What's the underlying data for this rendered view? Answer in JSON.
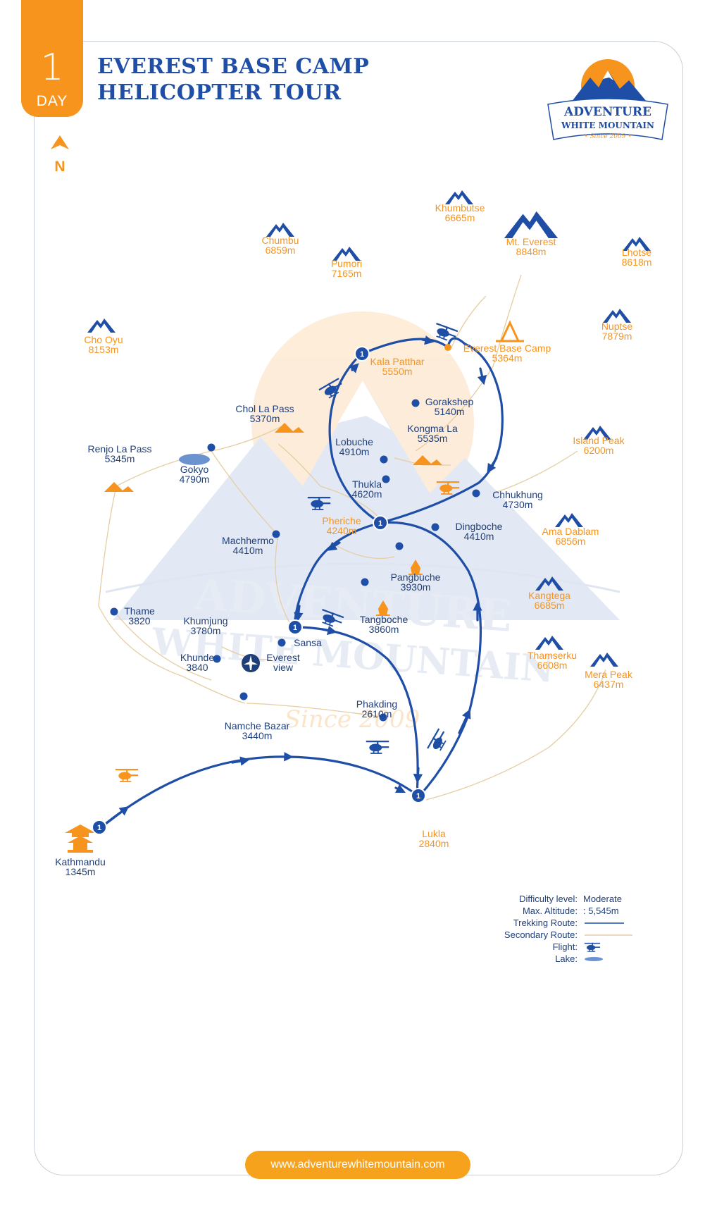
{
  "header": {
    "day_number": "1",
    "day_label": "DAY",
    "title_line1": "EVEREST BASE CAMP",
    "title_line2": "HELICOPTER TOUR",
    "north_label": "N"
  },
  "logo": {
    "line1": "ADVENTURE",
    "line2": "WHITE MOUNTAIN",
    "since": "• Since 2009 •"
  },
  "watermark": {
    "line1": "ADVENTURE",
    "line2": "WHITE MOUNTAIN",
    "since": "Since 2009"
  },
  "places": {
    "khumbutse": {
      "name": "Khumbutse",
      "alt": "6665m"
    },
    "chumbu": {
      "name": "Chumbu",
      "alt": "6859m"
    },
    "mt_everest": {
      "name": "Mt. Everest",
      "alt": "8848m"
    },
    "lhotse": {
      "name": "Lhotse",
      "alt": "8618m"
    },
    "pumori": {
      "name": "Pumori",
      "alt": "7165m"
    },
    "cho_oyu": {
      "name": "Cho Oyu",
      "alt": "8153m"
    },
    "nuptse": {
      "name": "Nuptse",
      "alt": "7879m"
    },
    "kala_patthar": {
      "name": "Kala Patthar",
      "alt": "5550m"
    },
    "everest_base_camp": {
      "name": "Everest Base Camp",
      "alt": "5364m"
    },
    "gorakshep": {
      "name": "Gorakshep",
      "alt": "5140m"
    },
    "chol_la_pass": {
      "name": "Chol La Pass",
      "alt": "5370m"
    },
    "kongma_la": {
      "name": "Kongma La",
      "alt": "5535m"
    },
    "lobuche": {
      "name": "Lobuche",
      "alt": "4910m"
    },
    "renjo_la_pass": {
      "name": "Renjo La Pass",
      "alt": "5345m"
    },
    "gokyo": {
      "name": "Gokyo",
      "alt": "4790m"
    },
    "island_peak": {
      "name": "Island Peak",
      "alt": "6200m"
    },
    "thukla": {
      "name": "Thukla",
      "alt": "4620m"
    },
    "chhukhung": {
      "name": "Chhukhung",
      "alt": "4730m"
    },
    "pheriche": {
      "name": "Pheriche",
      "alt": "4240m"
    },
    "dingboche": {
      "name": "Dingboche",
      "alt": "4410m"
    },
    "machhermo": {
      "name": "Machhermo",
      "alt": "4410m"
    },
    "ama_dablam": {
      "name": "Ama Dablam",
      "alt": "6856m"
    },
    "pangbuche": {
      "name": "Pangbuche",
      "alt": "3930m"
    },
    "kangtega": {
      "name": "Kangtega",
      "alt": "6685m"
    },
    "thame": {
      "name": "Thame",
      "alt": "3820"
    },
    "khumjung": {
      "name": "Khumjung",
      "alt": "3780m"
    },
    "tangboche": {
      "name": "Tangboche",
      "alt": "3860m"
    },
    "sansa": {
      "name": "Sansa",
      "alt": ""
    },
    "khunde": {
      "name": "Khunde",
      "alt": "3840"
    },
    "everest_view": {
      "name": "Everest",
      "alt": "view"
    },
    "thamserku": {
      "name": "Thamserku",
      "alt": "6608m"
    },
    "mera_peak": {
      "name": "Mera Peak",
      "alt": "6437m"
    },
    "phakding": {
      "name": "Phakding",
      "alt": "2610m"
    },
    "namche_bazar": {
      "name": "Namche Bazar",
      "alt": "3440m"
    },
    "lukla": {
      "name": "Lukla",
      "alt": "2840m"
    },
    "kathmandu": {
      "name": "Kathmandu",
      "alt": "1345m"
    }
  },
  "route_markers": {
    "kathmandu": "1",
    "lukla": "1",
    "kala_patthar": "1",
    "pheriche": "1",
    "sansa": "1"
  },
  "legend": {
    "difficulty_label": "Difficulty level:",
    "difficulty_value": "Moderate",
    "altitude_label": "Max. Altitude:",
    "altitude_value": ": 5,545m",
    "trekking_label": "Trekking Route:",
    "secondary_label": "Secondary Route:",
    "flight_label": "Flight:",
    "lake_label": "Lake:"
  },
  "footer": {
    "url": "www.adventurewhitemountain.com"
  },
  "colors": {
    "route_blue": "#1f4ea6",
    "text_blue": "#1f3f7a",
    "accent_orange": "#f7941d",
    "trail_tan": "#e6cda3"
  },
  "icons": {
    "mountain": "mountain-icon",
    "helicopter": "helicopter-icon",
    "tent": "tent-icon",
    "pass": "pass-icon",
    "stupa": "stupa-icon",
    "pagoda": "pagoda-icon",
    "lake": "lake-icon",
    "airport": "airport-icon",
    "north_arrow": "north-arrow-icon"
  }
}
